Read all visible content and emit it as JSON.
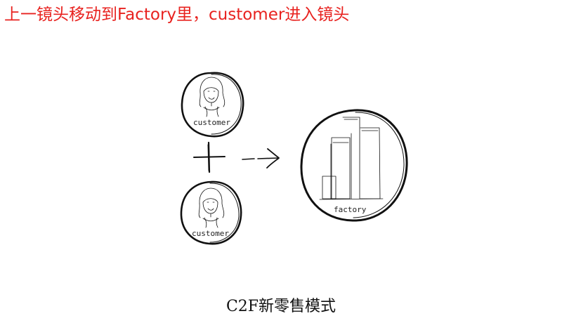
{
  "header": {
    "note": "上一镜头移动到Factory里，customer进入镜头",
    "note_color": "#e8221f"
  },
  "diagram": {
    "nodes": [
      {
        "label": "customer"
      },
      {
        "label": "customer"
      },
      {
        "label": "factory"
      }
    ],
    "operator": "+",
    "caption": "C2F新零售模式"
  }
}
